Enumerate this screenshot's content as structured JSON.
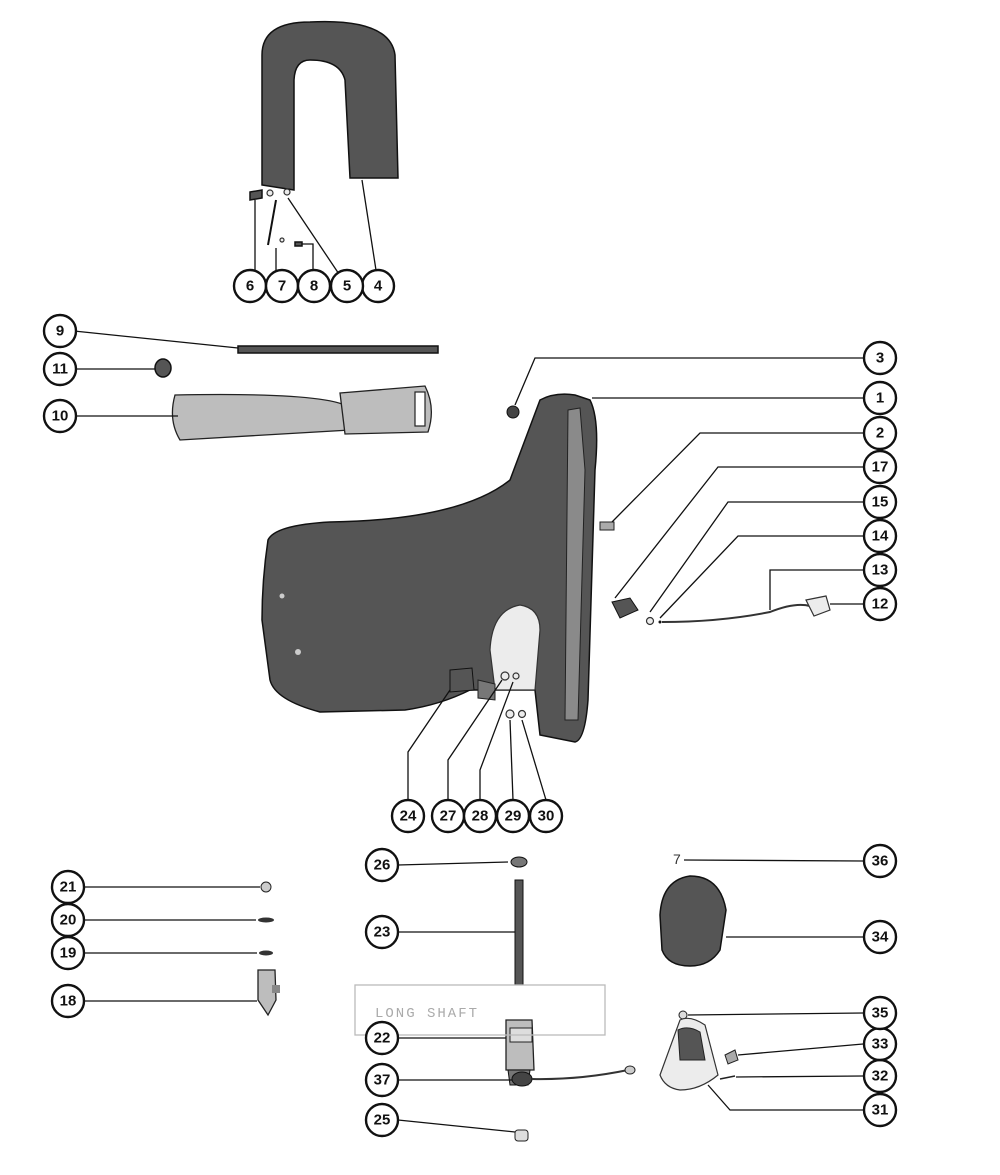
{
  "diagram": {
    "callouts": [
      "1",
      "2",
      "3",
      "4",
      "5",
      "6",
      "7",
      "8",
      "9",
      "10",
      "11",
      "12",
      "13",
      "14",
      "15",
      "17",
      "18",
      "19",
      "20",
      "21",
      "22",
      "23",
      "24",
      "25",
      "26",
      "27",
      "28",
      "29",
      "30",
      "31",
      "32",
      "33",
      "34",
      "35",
      "36",
      "37"
    ],
    "watermark_text": "LONG SHAFT"
  }
}
